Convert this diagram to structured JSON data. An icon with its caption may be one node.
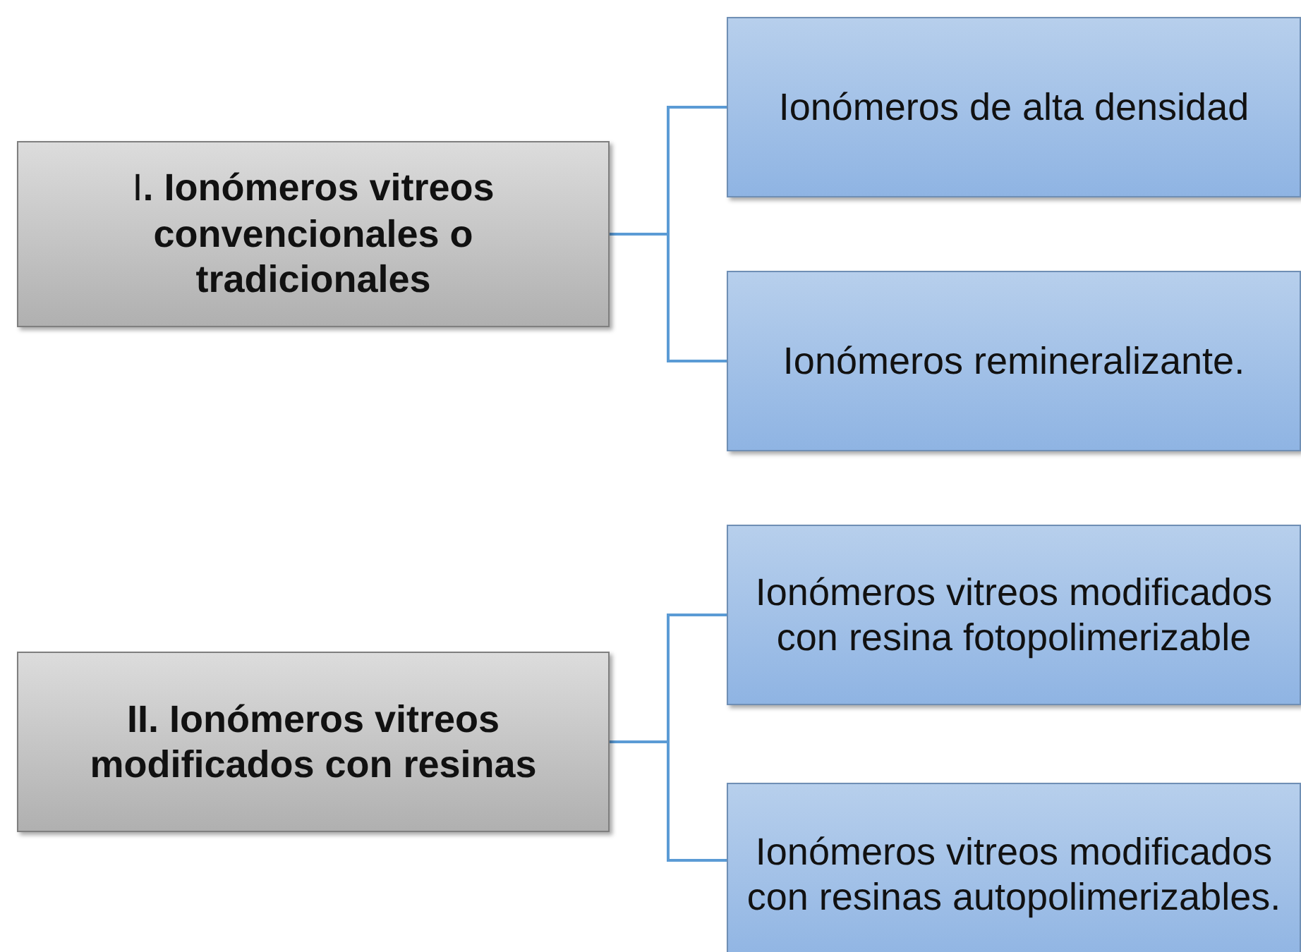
{
  "diagram": {
    "nodes": [
      {
        "text": [
          "I**. Ionómeros vitreos convencionales o tradicionales**"
        ]
      },
      {
        "text": [
          "Ionómeros de alta densidad"
        ]
      },
      {
        "text": [
          "Ionómeros remineralizante."
        ]
      },
      {
        "text": [
          "II. Ionómeros vitreos modificados con resinas"
        ]
      },
      {
        "text": [
          "Ionómeros vitreos modificados con resina fotopolimerizable"
        ]
      },
      {
        "text": [
          "Ionómeros vitreos modificados con resinas autopolimerizables."
        ]
      }
    ],
    "edges": [
      {
        "from": 0,
        "to": 1,
        "arrow": "none"
      },
      {
        "from": 0,
        "to": 2,
        "arrow": "none"
      },
      {
        "from": 3,
        "to": 4,
        "arrow": "none"
      },
      {
        "from": 3,
        "to": 5,
        "arrow": "none"
      }
    ]
  }
}
